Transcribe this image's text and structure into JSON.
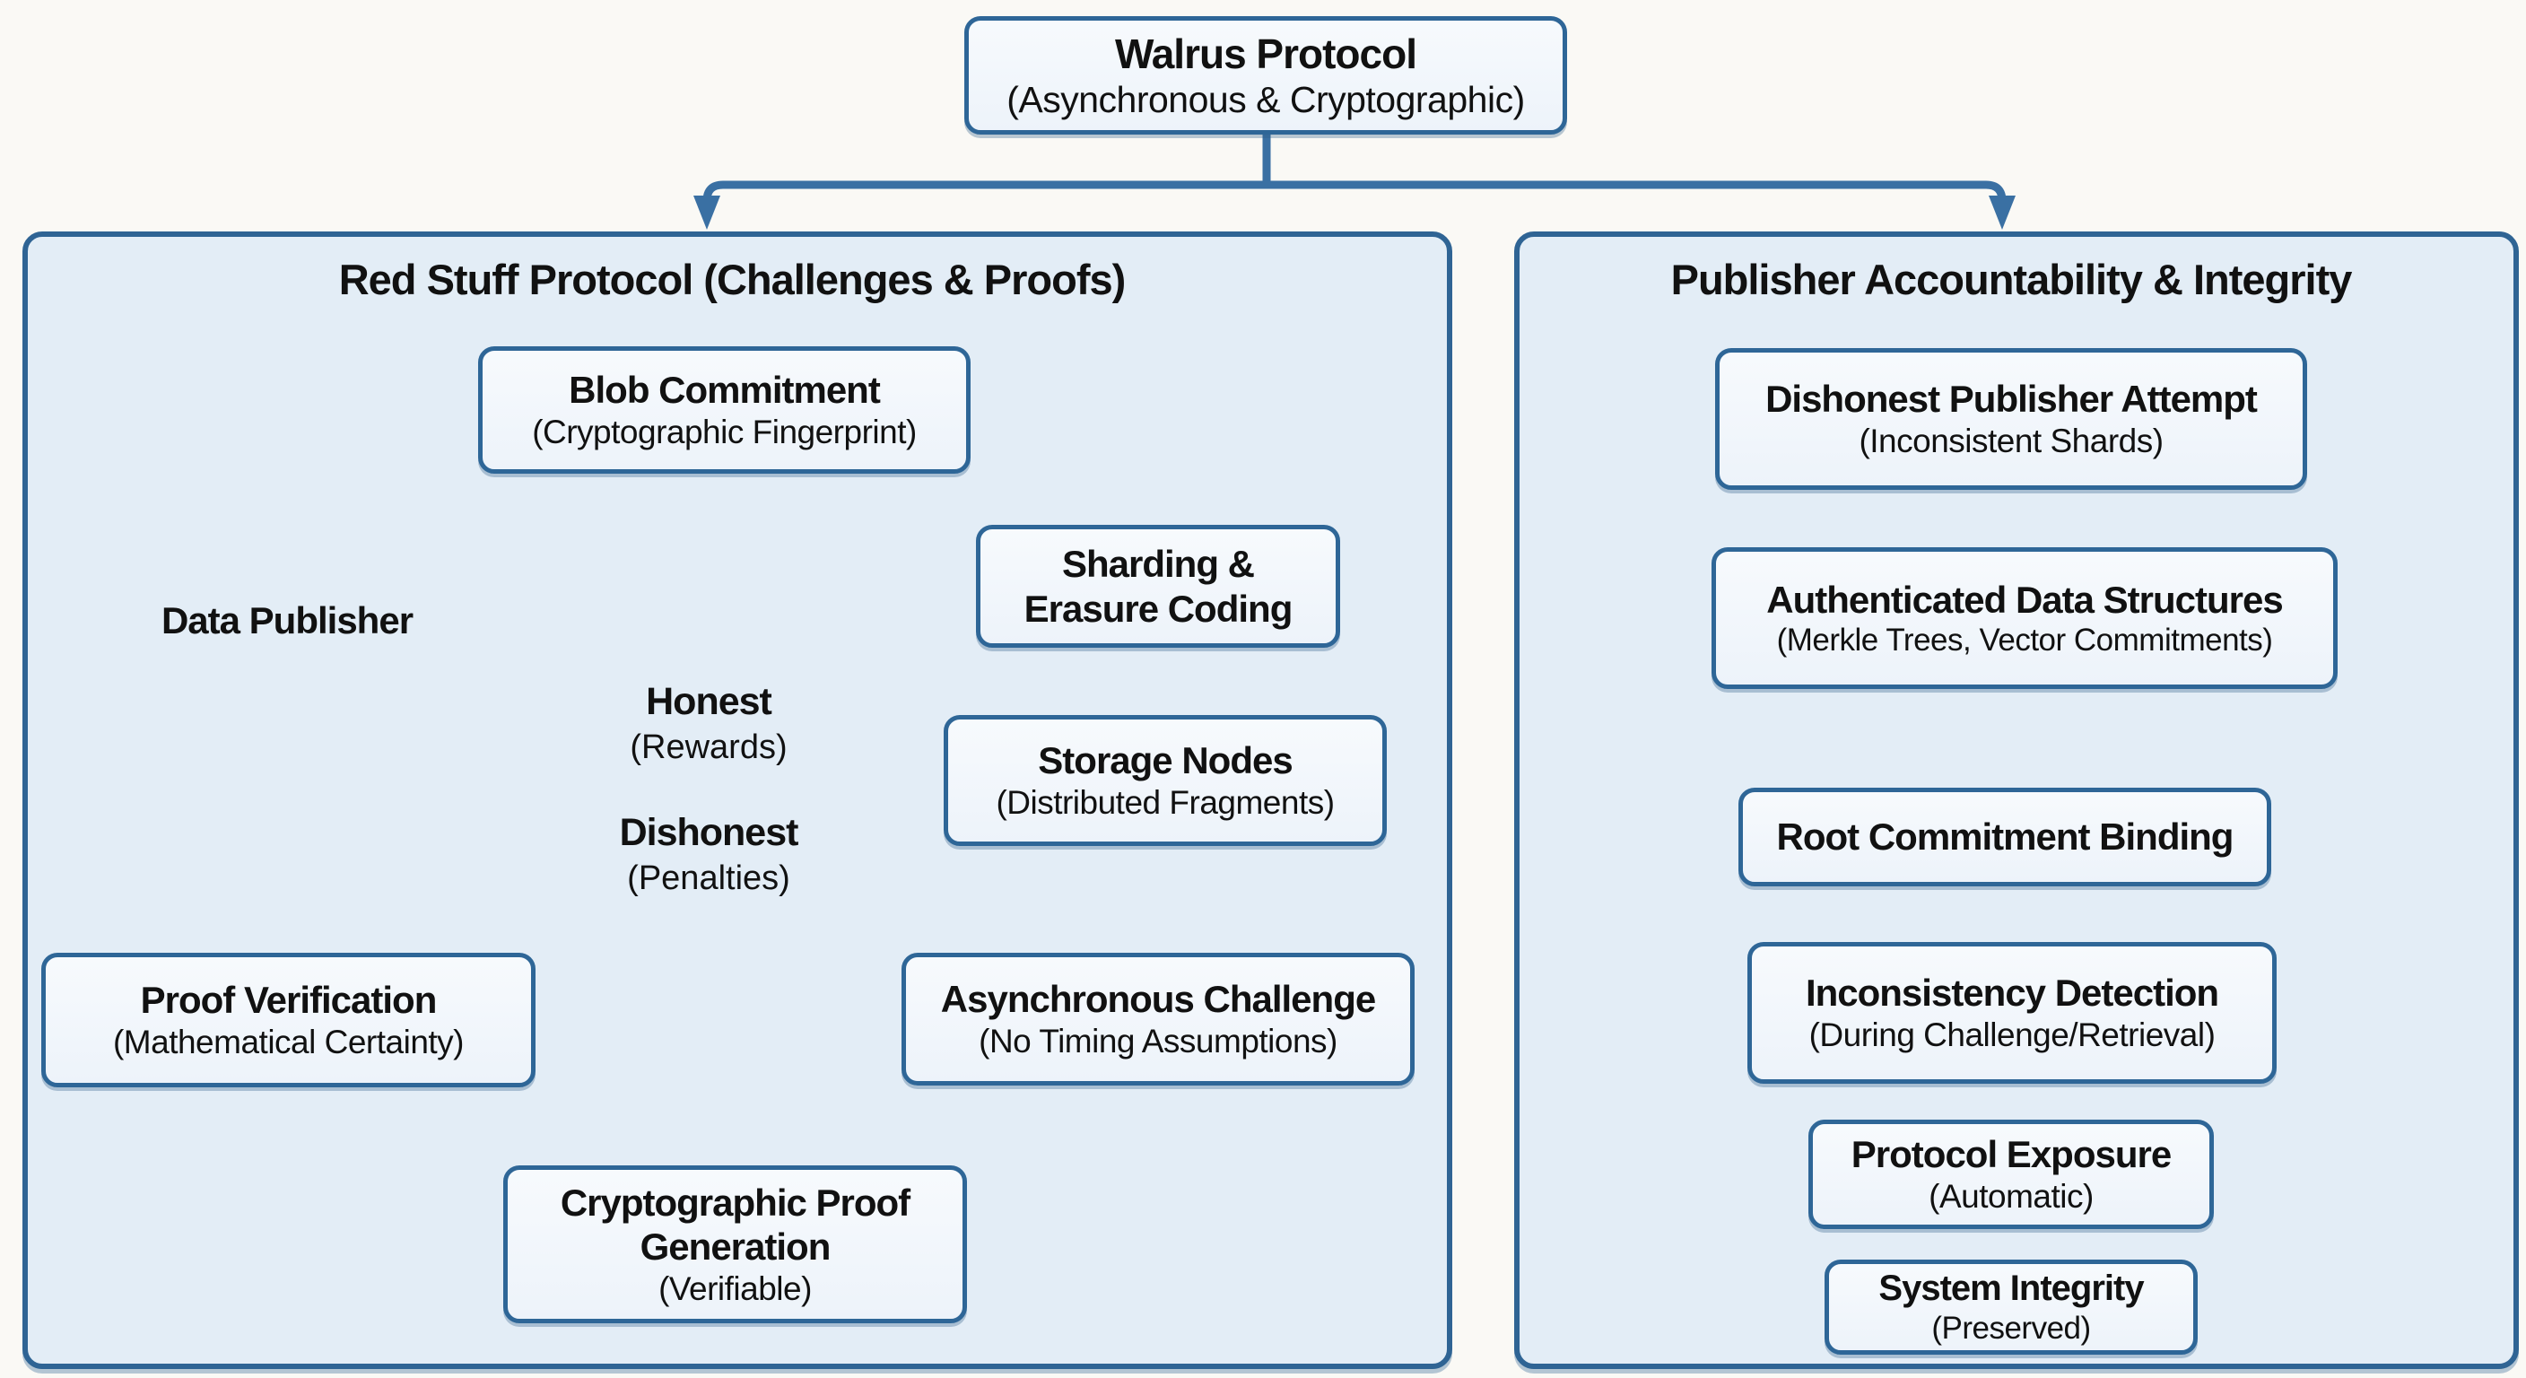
{
  "colors": {
    "accent_border": "#2f6494",
    "arrow": "#3a70a3",
    "panel_fill": "#e3edf6",
    "node_fill": "#f4f8fc",
    "background": "#faf9f5",
    "text": "#111111"
  },
  "root_node": {
    "title": "Walrus Protocol",
    "subtitle": "(Asynchronous & Cryptographic)"
  },
  "left_panel": {
    "title": "Red Stuff Protocol (Challenges & Proofs)",
    "publisher_label": "Data Publisher",
    "honest_label": "Honest",
    "honest_sub": "(Rewards)",
    "dishonest_label": "Dishonest",
    "dishonest_sub": "(Penalties)",
    "nodes": {
      "blob": {
        "title": "Blob Commitment",
        "subtitle": "(Cryptographic Fingerprint)"
      },
      "sharding": {
        "title": "Sharding & Erasure Coding",
        "subtitle": ""
      },
      "storage": {
        "title": "Storage Nodes",
        "subtitle": "(Distributed Fragments)"
      },
      "challenge": {
        "title": "Asynchronous Challenge",
        "subtitle": "(No Timing Assumptions)"
      },
      "proof_gen": {
        "title": "Cryptographic Proof Generation",
        "subtitle": "(Verifiable)"
      },
      "verification": {
        "title": "Proof Verification",
        "subtitle": "(Mathematical Certainty)"
      }
    }
  },
  "right_panel": {
    "title": "Publisher Accountability & Integrity",
    "nodes": [
      {
        "title": "Dishonest Publisher Attempt",
        "subtitle": "(Inconsistent Shards)"
      },
      {
        "title": "Authenticated Data Structures",
        "subtitle": "(Merkle Trees, Vector Commitments)"
      },
      {
        "title": "Root Commitment Binding",
        "subtitle": ""
      },
      {
        "title": "Inconsistency Detection",
        "subtitle": "(During Challenge/Retrieval)"
      },
      {
        "title": "Protocol Exposure",
        "subtitle": "(Automatic)"
      },
      {
        "title": "System Integrity",
        "subtitle": "(Preserved)"
      }
    ]
  }
}
